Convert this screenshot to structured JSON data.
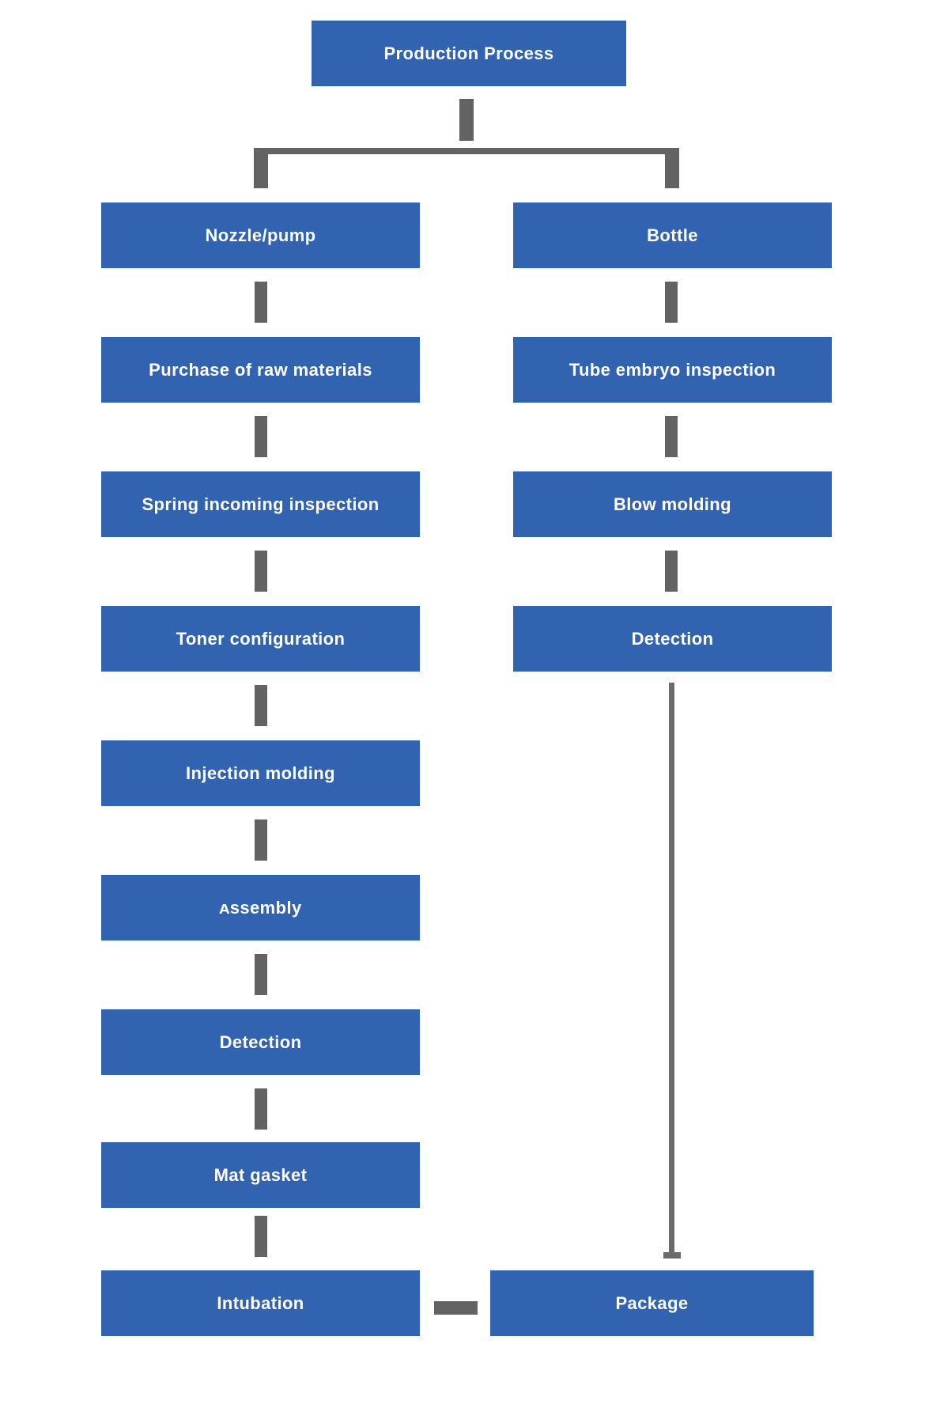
{
  "diagram": {
    "title": "Production Process",
    "left_branch": [
      "Nozzle/pump",
      "Purchase of raw materials",
      "Spring incoming inspection",
      "Toner configuration",
      "Injection molding",
      "ᴀssembly",
      "Detection",
      "Mat gasket",
      "Intubation"
    ],
    "right_branch": [
      "Bottle",
      "Tube embryo inspection",
      "Blow molding",
      "Detection"
    ],
    "merge_node": "Package"
  },
  "colors": {
    "node_fill": "#3263b0",
    "node_text": "#ffffff",
    "connector_gray": "#636363",
    "background": "#ffffff"
  }
}
